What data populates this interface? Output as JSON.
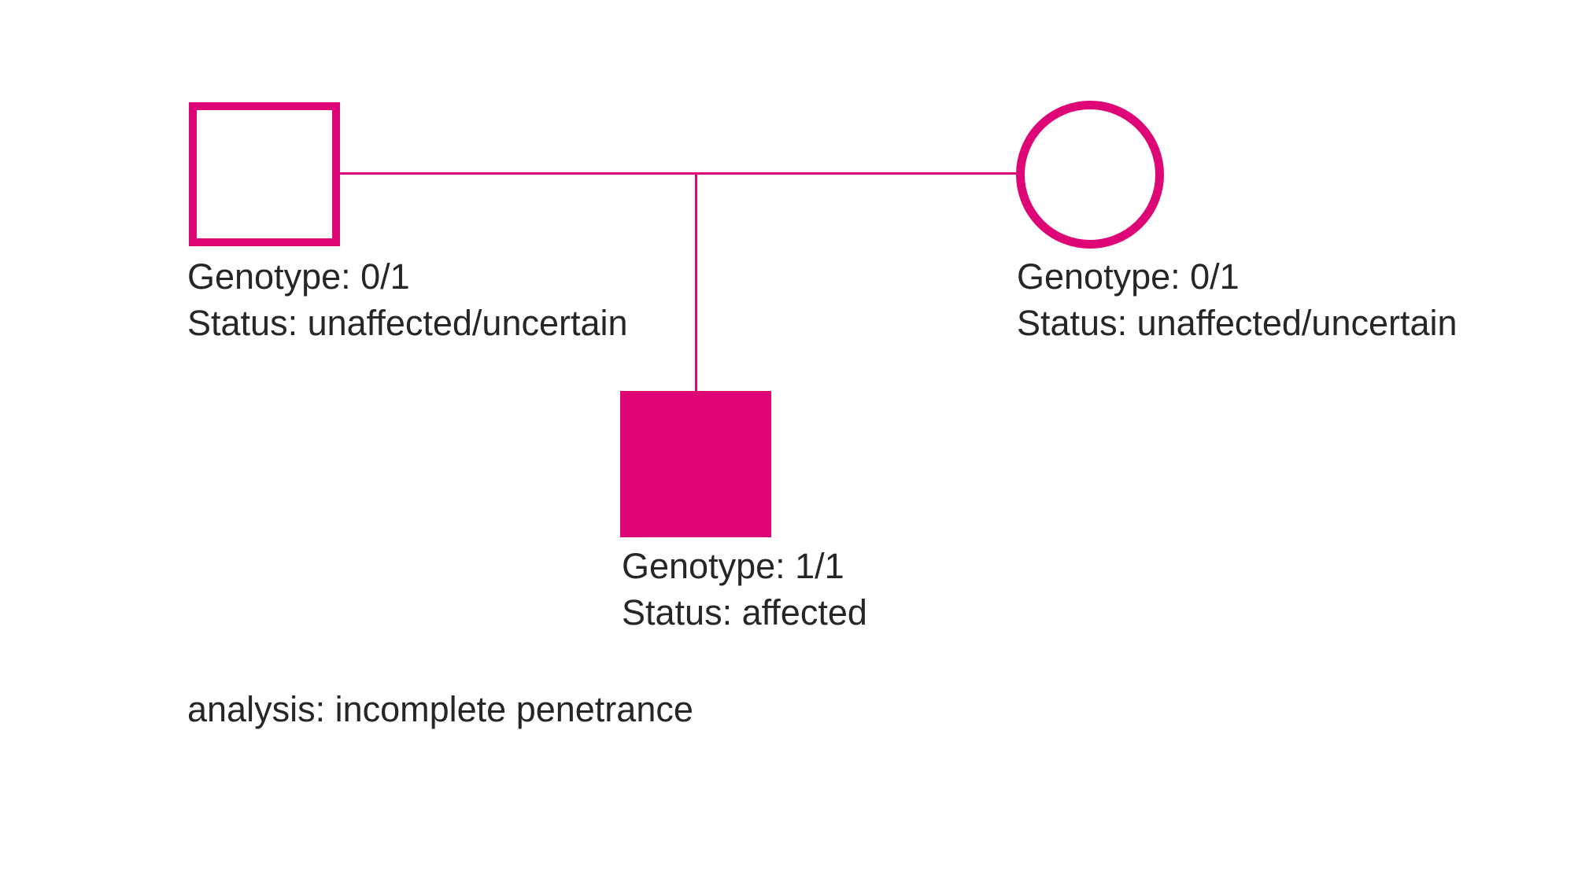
{
  "diagram": {
    "accent_color": "#de0677",
    "text_color": "#262626",
    "background_color": "#ffffff",
    "individuals": {
      "father": {
        "symbol": "male-square-outline",
        "genotype": "Genotype: 0/1",
        "status": "Status: unaffected/uncertain"
      },
      "mother": {
        "symbol": "female-circle-outline",
        "genotype": "Genotype: 0/1",
        "status": "Status: unaffected/uncertain"
      },
      "child": {
        "symbol": "male-square-filled",
        "genotype": "Genotype: 1/1",
        "status": "Status: affected"
      }
    },
    "analysis_note": "analysis: incomplete penetrance"
  }
}
